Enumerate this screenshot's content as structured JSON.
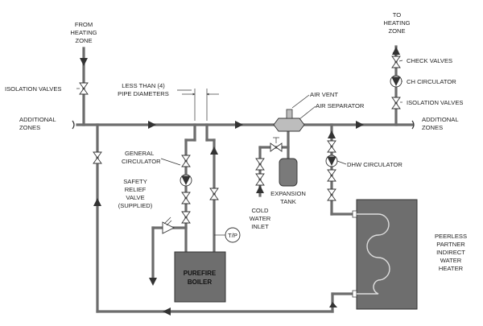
{
  "labels": {
    "from_heating_zone": [
      "FROM",
      "HEATING",
      "ZONE"
    ],
    "to_heating_zone": [
      "TO",
      "HEATING",
      "ZONE"
    ],
    "isolation_valves_left": "ISOLATION VALVES",
    "additional_zones_left": [
      "ADDITIONAL",
      "ZONES"
    ],
    "less_than_4": [
      "LESS THAN (4)",
      "PIPE DIAMETERS"
    ],
    "air_vent": "AIR VENT",
    "air_separator": "AIR SEPARATOR",
    "check_valves": "CHECK VALVES",
    "ch_circulator": "CH CIRCULATOR",
    "isolation_valves_right": "ISOLATION VALVES",
    "additional_zones_right": [
      "ADDITIONAL",
      "ZONES"
    ],
    "general_circulator": [
      "GENERAL",
      "CIRCULATOR"
    ],
    "safety_relief_valve": [
      "SAFETY",
      "RELIEF",
      "VALVE",
      "(SUPPLIED)"
    ],
    "expansion_tank": [
      "EXPANSION",
      "TANK"
    ],
    "cold_water_inlet": [
      "COLD",
      "WATER",
      "INLET"
    ],
    "dhw_circulator": "DHW CIRCULATOR",
    "tp": "T/P",
    "boiler": [
      "PUREFIRE",
      "BOILER"
    ],
    "water_heater": [
      "PEERLESS",
      "PARTNER",
      "INDIRECT",
      "WATER",
      "HEATER"
    ]
  },
  "colors": {
    "pipe": "#6c6c6c",
    "equipment": "#6e6e6e",
    "line": "#333333"
  }
}
